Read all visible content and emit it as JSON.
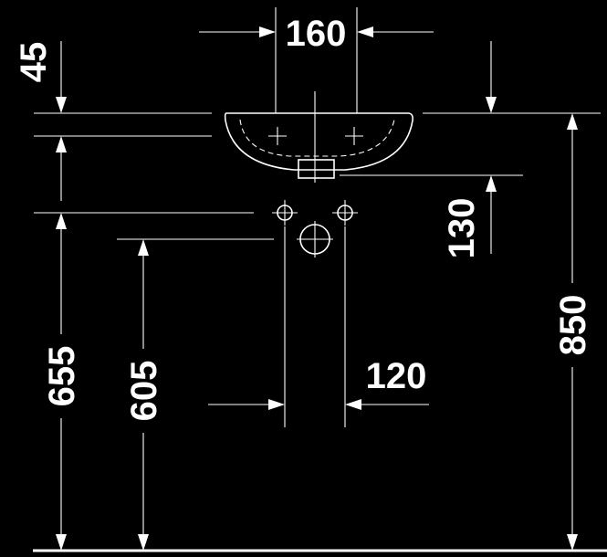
{
  "dimensions": {
    "tap_spacing": "160",
    "top_offset": "45",
    "supply_height_diff": "130",
    "drain_spacing": "120",
    "rim_height": "850",
    "supply_height": "655",
    "drain_height": "605"
  }
}
